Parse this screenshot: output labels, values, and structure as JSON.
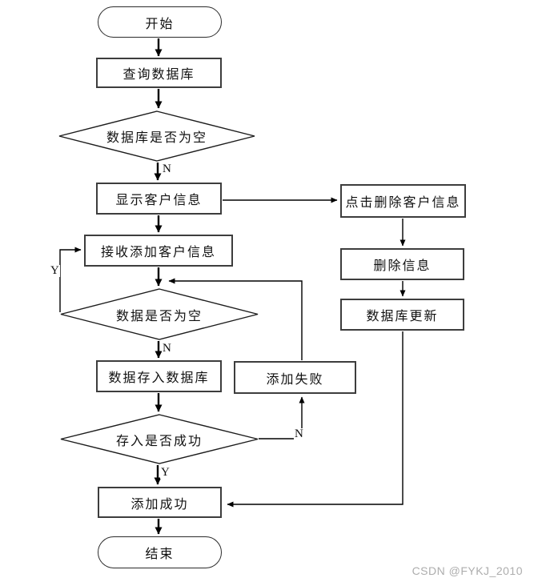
{
  "diagram_title": "customer-info-flowchart",
  "watermark": "CSDN @FYKJ_2010",
  "colors": {
    "background": "#ffffff",
    "line": "#000000",
    "box_border": "#3d3d3d",
    "watermark_gray": "#adadad"
  },
  "flowchart": {
    "nodes": {
      "start": "开始",
      "query_db": "查询数据库",
      "db_empty": "数据库是否为空",
      "show_info": "显示客户信息",
      "receive_add": "接收添加客户信息",
      "data_empty": "数据是否为空",
      "store_db": "数据存入数据库",
      "add_fail": "添加失败",
      "store_success": "存入是否成功",
      "add_success": "添加成功",
      "end": "结束",
      "click_delete": "点击删除客户信息",
      "delete_info": "删除信息",
      "db_update": "数据库更新"
    },
    "edge_labels": {
      "db_empty_no": "N",
      "data_empty_yes": "Y",
      "data_empty_no": "N",
      "store_success_no": "N",
      "store_success_yes": "Y"
    }
  }
}
